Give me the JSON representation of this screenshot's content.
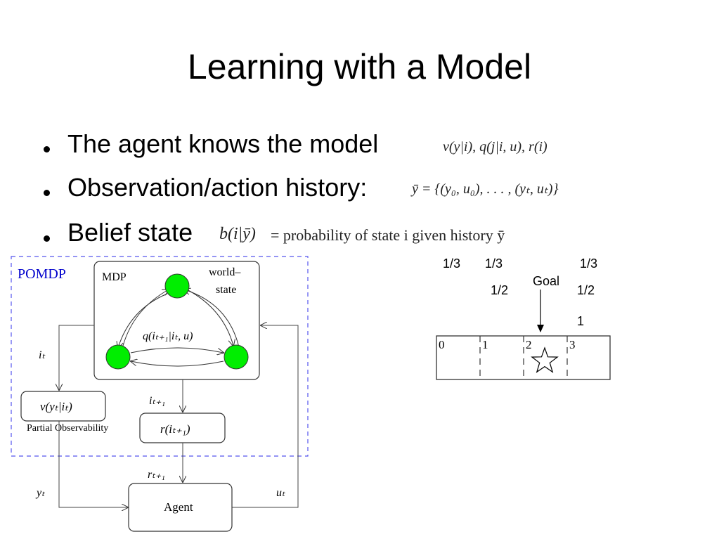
{
  "slide": {
    "title": "Learning with a Model",
    "bullets": [
      {
        "text": "The agent knows the model",
        "formula": "ν(y|i),  q(j|i, u), r(i)"
      },
      {
        "text": "Observation/action history:",
        "formula": "ȳ = {(y₀, u₀), . . . , (yₜ, uₜ)}"
      },
      {
        "text": "Belief state",
        "formula_lhs": "b(i|ȳ)",
        "formula_rhs": "= probability of state i given history ȳ"
      }
    ]
  },
  "diagram": {
    "pomdp_label": "POMDP",
    "mdp_label": "MDP",
    "world_state_line1": "world–",
    "world_state_line2": "state",
    "transition_label": "q(iₜ₊₁|iₜ, u)",
    "it_label": "iₜ",
    "it1_label": "iₜ₊₁",
    "observation_box": "ν(yₜ|iₜ)",
    "partial_obs_label": "Partial Observability",
    "reward_box": "r(iₜ₊₁)",
    "rt1_label": "rₜ₊₁",
    "yt_label": "yₜ",
    "ut_label": "uₜ",
    "agent_label": "Agent",
    "node_color": "#00ee00",
    "pomdp_color": "#0000cc"
  },
  "gridworld": {
    "row1": [
      "1/3",
      "1/3",
      "1/3"
    ],
    "row2": [
      "1/2",
      "1/2"
    ],
    "row3": [
      "1"
    ],
    "goal_label": "Goal",
    "cells": [
      "0",
      "1",
      "2",
      "3"
    ]
  }
}
